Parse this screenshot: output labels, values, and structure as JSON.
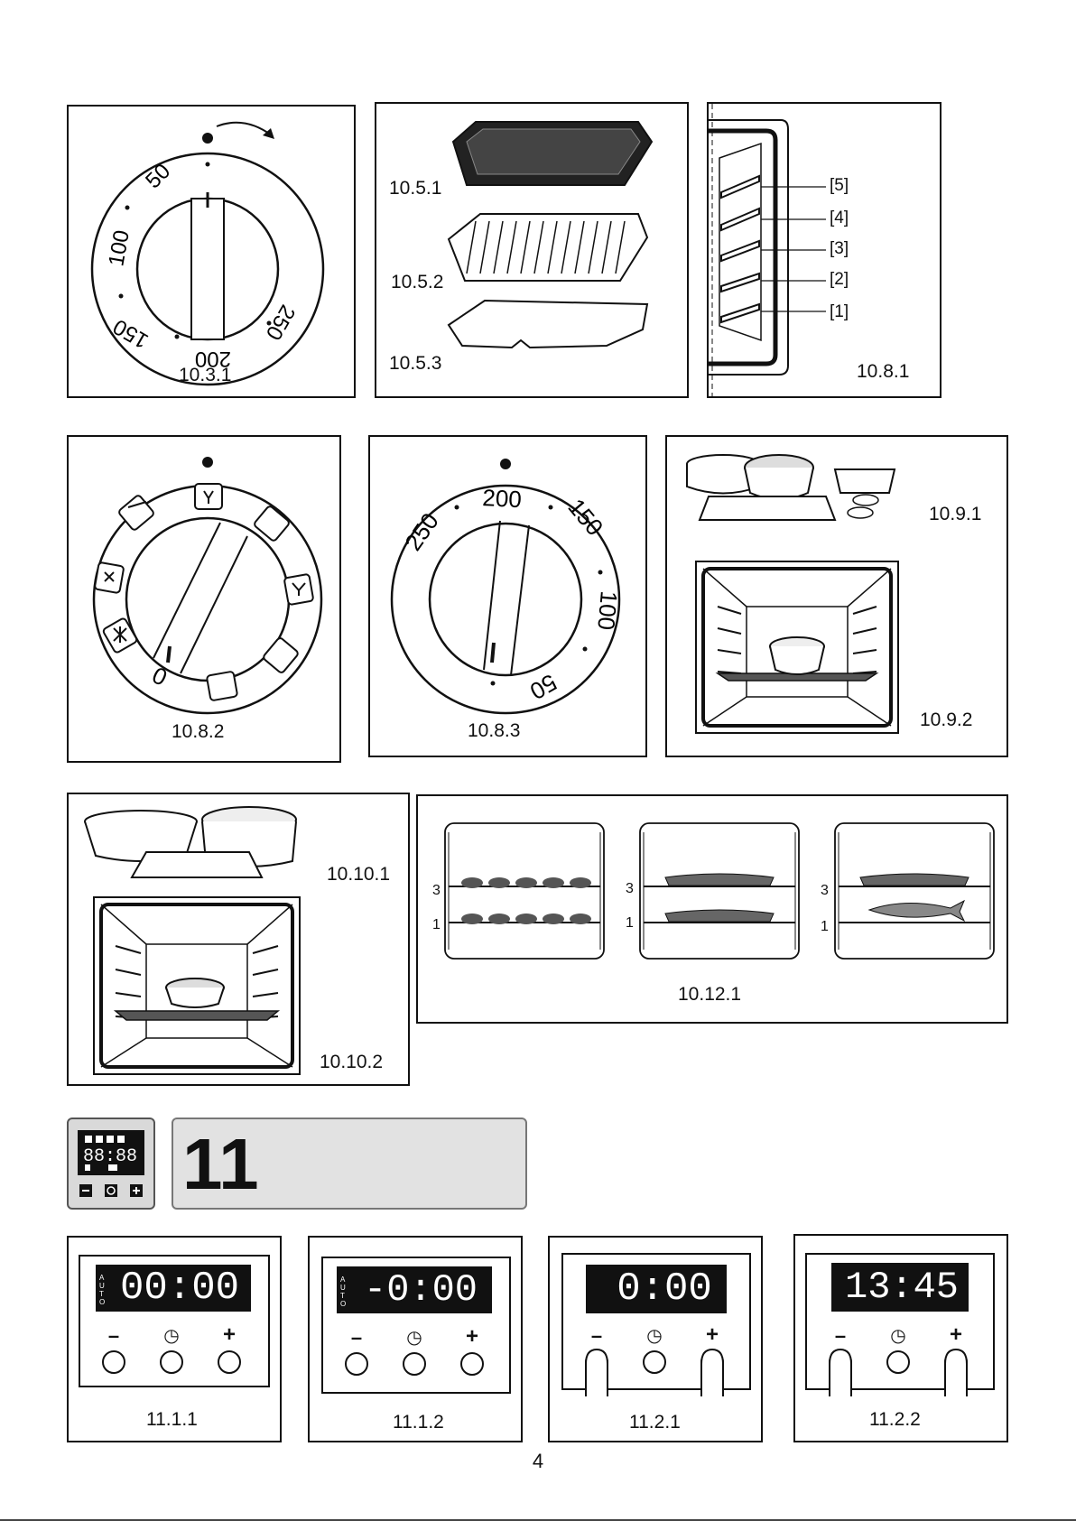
{
  "figures": {
    "fig_10_3_1": {
      "caption": "10.3.1",
      "dial_labels": [
        "50",
        "100",
        "150",
        "200",
        "250"
      ]
    },
    "fig_10_5": {
      "captions": [
        "10.5.1",
        "10.5.2",
        "10.5.3"
      ]
    },
    "fig_10_8_1": {
      "caption": "10.8.1",
      "levels": [
        "[5]",
        "[4]",
        "[3]",
        "[2]",
        "[1]"
      ]
    },
    "fig_10_8_2": {
      "caption": "10.8.2",
      "zero_label": "0"
    },
    "fig_10_8_3": {
      "caption": "10.8.3",
      "dial_labels": [
        "250",
        "200",
        "150",
        "100",
        "50"
      ]
    },
    "fig_10_9": {
      "captions": [
        "10.9.1",
        "10.9.2"
      ]
    },
    "fig_10_10": {
      "captions": [
        "10.10.1",
        "10.10.2"
      ]
    },
    "fig_10_12_1": {
      "caption": "10.12.1",
      "shelf_labels": [
        "3",
        "1"
      ]
    }
  },
  "section": {
    "number": "11"
  },
  "timer_figures": [
    {
      "caption": "11.1.1",
      "display": "00:00",
      "side_text": "AUTO",
      "buttons": [
        "–",
        "◷",
        "+"
      ]
    },
    {
      "caption": "11.1.2",
      "display": "-0:00",
      "side_text": "AUTO",
      "buttons": [
        "–",
        "◷",
        "+"
      ]
    },
    {
      "caption": "11.2.1",
      "display": "0:00",
      "buttons": [
        "–",
        "◷",
        "+"
      ]
    },
    {
      "caption": "11.2.2",
      "display": "13:45",
      "buttons": [
        "–",
        "◷",
        "+"
      ]
    }
  ],
  "page_number": "4"
}
